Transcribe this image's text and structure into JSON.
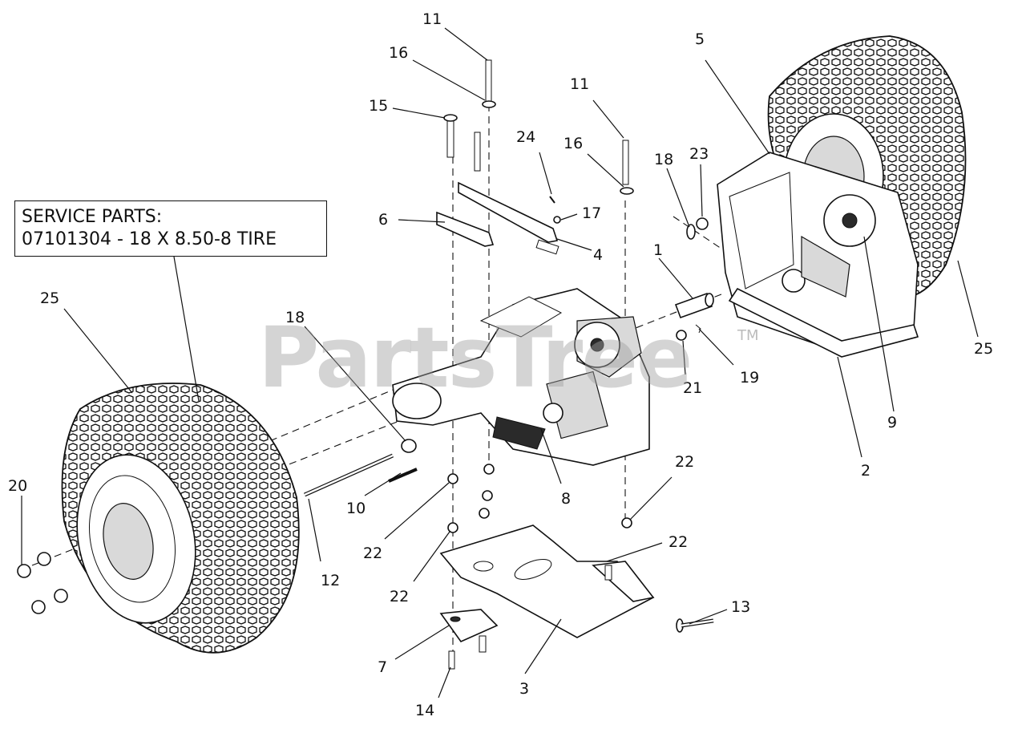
{
  "service_parts": {
    "heading": "SERVICE PARTS:",
    "line": "07101304 - 18 X 8.50-8 TIRE"
  },
  "watermark": {
    "text": "PartsTree",
    "tm": "TM"
  },
  "callouts": {
    "c1": "1",
    "c2": "2",
    "c3": "3",
    "c4": "4",
    "c5": "5",
    "c6": "6",
    "c7": "7",
    "c8": "8",
    "c9": "9",
    "c10": "10",
    "c11a": "11",
    "c11b": "11",
    "c12": "12",
    "c13": "13",
    "c14": "14",
    "c15": "15",
    "c16a": "16",
    "c16b": "16",
    "c17": "17",
    "c18a": "18",
    "c18b": "18",
    "c19": "19",
    "c20": "20",
    "c21": "21",
    "c22a": "22",
    "c22b": "22",
    "c22c": "22",
    "c22d": "22",
    "c23": "23",
    "c24": "24",
    "c25a": "25",
    "c25b": "25"
  },
  "colors": {
    "ink": "#111111",
    "watermark": "#a0a0a0",
    "background": "#ffffff"
  }
}
